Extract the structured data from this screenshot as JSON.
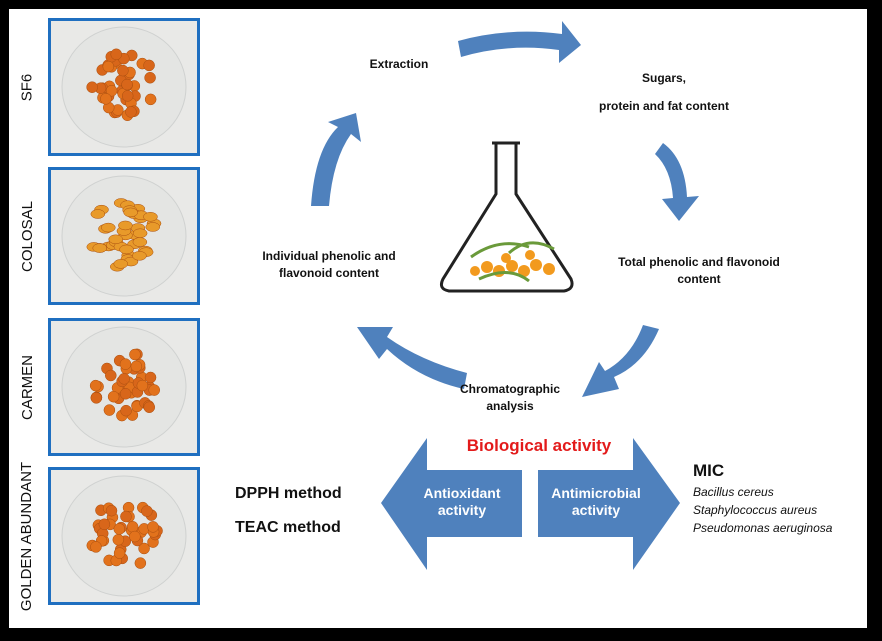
{
  "varieties": [
    {
      "label": "SF6"
    },
    {
      "label": "COLOSAL"
    },
    {
      "label": "CARMEN"
    },
    {
      "label": "GOLDEN ABUNDANT"
    }
  ],
  "cycle": {
    "extraction": "Extraction",
    "sugars_line1": "Sugars,",
    "sugars_line2": "protein and fat content",
    "total_line1": "Total phenolic and flavonoid",
    "total_line2": "content",
    "chrom_line1": "Chromatographic",
    "chrom_line2": "analysis",
    "individual_line1": "Individual phenolic and",
    "individual_line2": "flavonoid content"
  },
  "bio": {
    "title": "Biological activity",
    "title_color": "#e31b1b",
    "antioxidant_line1": "Antioxidant",
    "antioxidant_line2": "activity",
    "antimicrobial_line1": "Antimicrobial",
    "antimicrobial_line2": "activity",
    "methods": [
      "DPPH method",
      "TEAC method"
    ],
    "mic": "MIC",
    "bacteria": [
      "Bacillus cereus",
      "Staphylococcus aureus",
      "Pseudomonas aeruginosa"
    ]
  },
  "colors": {
    "arrow": "#4f81bd",
    "border": "#1f6fc0"
  }
}
